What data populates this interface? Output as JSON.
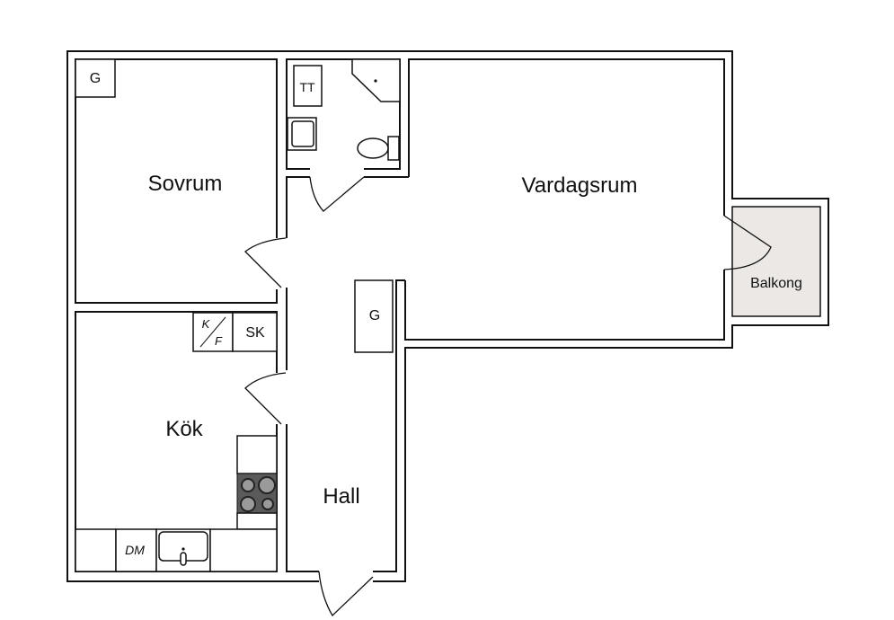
{
  "rooms": {
    "sovrum": "Sovrum",
    "vardagsrum": "Vardagsrum",
    "kok": "Kök",
    "hall": "Hall",
    "balkong": "Balkong"
  },
  "fixtures": {
    "wardrobe_bedroom": "G",
    "wardrobe_hall": "G",
    "washing_machine": "TT",
    "fridge_freezer_k": "K",
    "fridge_freezer_f": "F",
    "cabinet": "SK",
    "dishwasher": "DM"
  },
  "colors": {
    "balcony_fill": "#ebe8e5",
    "stove": "#5a5a5a",
    "burner": "#9a9a9a"
  }
}
